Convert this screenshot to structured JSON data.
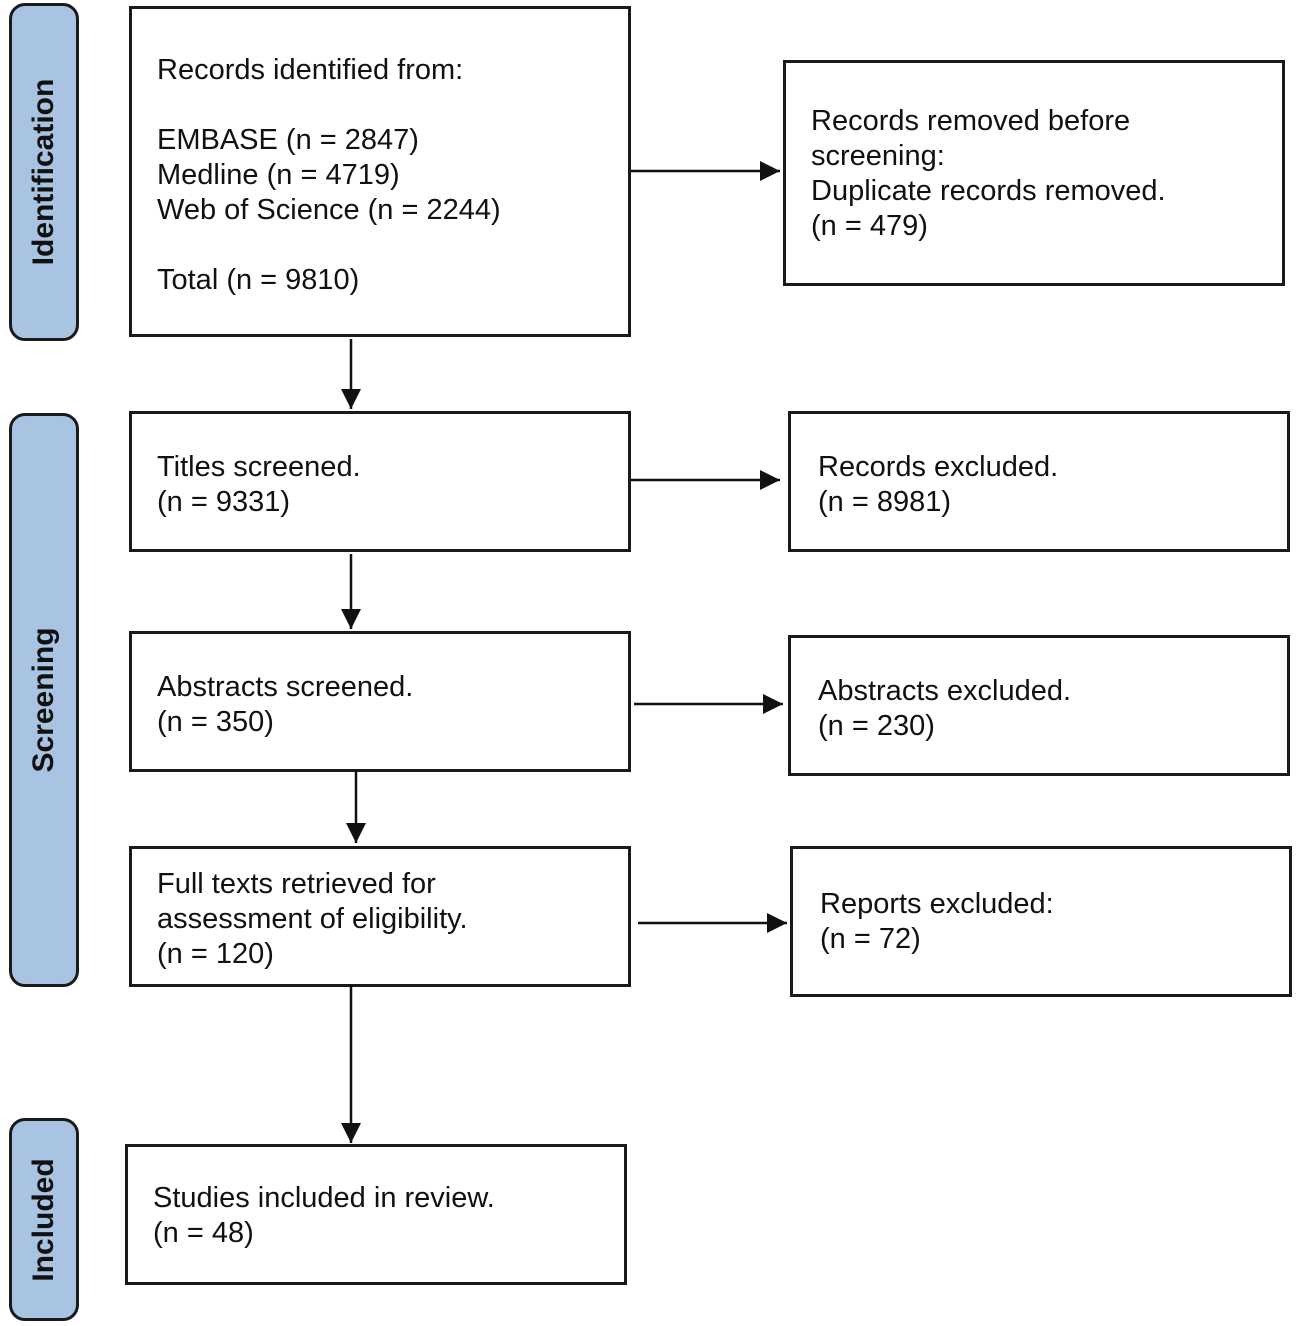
{
  "phases": {
    "identification": "Identification",
    "screening": "Screening",
    "included": "Included"
  },
  "boxes": {
    "records_identified": {
      "heading": "Records identified from:",
      "sources": [
        "EMBASE (n = 2847)",
        "Medline (n = 4719)",
        "Web of Science (n = 2244)"
      ],
      "total": "Total (n = 9810)"
    },
    "records_removed": {
      "lines": [
        "Records removed before",
        "screening:",
        "Duplicate records removed.",
        "(n = 479)"
      ]
    },
    "titles_screened": {
      "lines": [
        "Titles screened.",
        "(n = 9331)"
      ]
    },
    "records_excluded": {
      "lines": [
        "Records excluded.",
        "(n = 8981)"
      ]
    },
    "abstracts_screened": {
      "lines": [
        "Abstracts screened.",
        "(n = 350)"
      ]
    },
    "abstracts_excluded": {
      "lines": [
        "Abstracts excluded.",
        "(n = 230)"
      ]
    },
    "full_texts": {
      "lines": [
        "Full texts retrieved for",
        "assessment of eligibility.",
        "(n = 120)"
      ]
    },
    "reports_excluded": {
      "lines": [
        "Reports excluded:",
        "(n = 72)"
      ]
    },
    "studies_included": {
      "lines": [
        "Studies included in review.",
        "(n = 48)"
      ]
    }
  }
}
